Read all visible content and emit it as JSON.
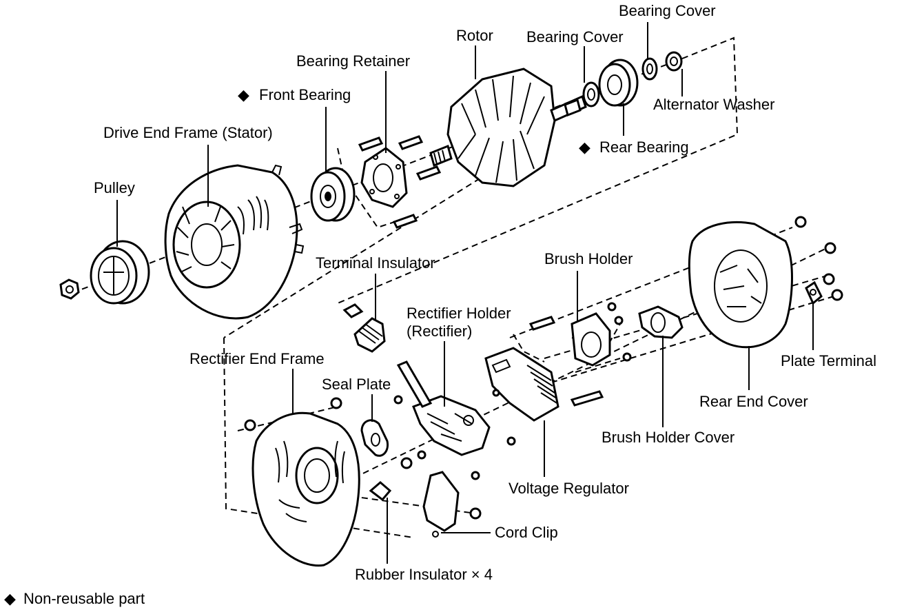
{
  "labels": {
    "rotor": "Rotor",
    "bearing_cover_1": "Bearing Cover",
    "bearing_cover_2": "Bearing Cover",
    "bearing_retainer": "Bearing Retainer",
    "front_bearing": "Front Bearing",
    "alternator_washer": "Alternator Washer",
    "drive_end_frame": "Drive End Frame (Stator)",
    "rear_bearing": "Rear Bearing",
    "pulley": "Pulley",
    "terminal_insulator": "Terminal Insulator",
    "brush_holder": "Brush Holder",
    "rectifier_holder_line1": "Rectifier Holder",
    "rectifier_holder_line2": "(Rectifier)",
    "rectifier_end_frame": "Rectifier End Frame",
    "plate_terminal": "Plate Terminal",
    "seal_plate": "Seal Plate",
    "rear_end_cover": "Rear End Cover",
    "brush_holder_cover": "Brush Holder Cover",
    "voltage_regulator": "Voltage Regulator",
    "cord_clip": "Cord Clip",
    "rubber_insulator": "Rubber Insulator  × 4"
  },
  "legend": {
    "symbol": "◆",
    "text": "Non-reusable part"
  },
  "marker_symbol": "◆"
}
